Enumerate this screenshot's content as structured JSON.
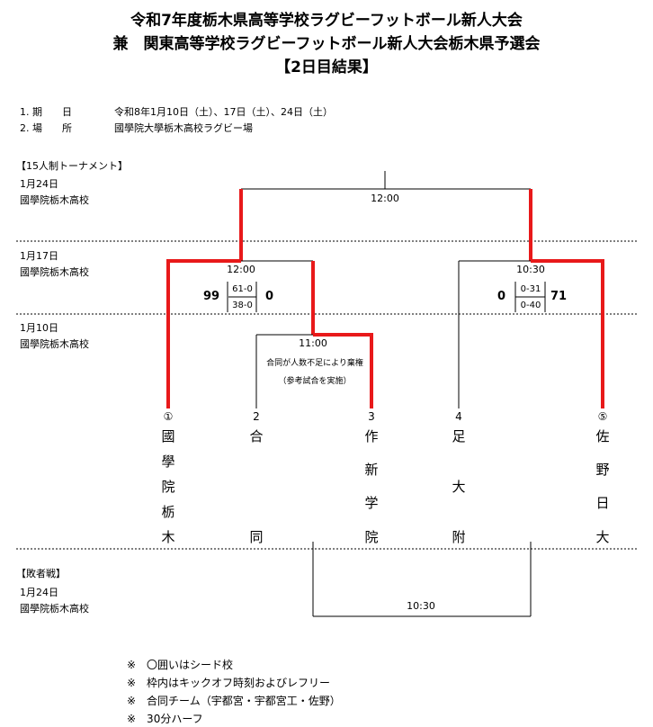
{
  "header": {
    "title_line1": "令和7年度栃木県高等学校ラグビーフットボール新人大会",
    "title_line2": "兼　関東高等学校ラグビーフットボール新人大会栃木県予選会",
    "title_line3": "【2日目結果】"
  },
  "info": {
    "item1_label": "1. 期　　日",
    "item1_value": "令和8年1月10日（土）、17日（土）、24日（土）",
    "item2_label": "2. 場　　所",
    "item2_value": "國學院大學栃木高校ラグビー場"
  },
  "tournament": {
    "section_label": "【15人制トーナメント】",
    "day3_date": "1月24日",
    "day3_venue": "國學院栃木高校",
    "day2_date": "1月17日",
    "day2_venue": "國學院栃木高校",
    "day1_date": "1月10日",
    "day1_venue": "國學院栃木高校",
    "final_time": "12:00",
    "semi_left": {
      "time": "12:00",
      "score_left": "99",
      "score_right": "0",
      "half1": "61-0",
      "half2": "38-0"
    },
    "semi_right": {
      "time": "10:30",
      "score_left": "0",
      "score_right": "71",
      "half1": "0-31",
      "half2": "0-40"
    },
    "first_round": {
      "time": "11:00",
      "note_line1": "合同が人数不足により棄権",
      "note_line2": "（参考試合を実施）"
    },
    "teams": [
      {
        "seed": "①",
        "chars": [
          "國",
          "學",
          "院",
          "栃",
          "木"
        ]
      },
      {
        "seed": "2",
        "chars": [
          "合",
          "同"
        ]
      },
      {
        "seed": "3",
        "chars": [
          "作",
          "新",
          "学",
          "院"
        ]
      },
      {
        "seed": "4",
        "chars": [
          "足",
          "大",
          "附"
        ]
      },
      {
        "seed": "⑤",
        "chars": [
          "佐",
          "野",
          "日",
          "大"
        ]
      }
    ]
  },
  "consolation": {
    "section_label": "【敗者戦】",
    "date": "1月24日",
    "venue": "國學院栃木高校",
    "time": "10:30"
  },
  "notes": [
    "※　〇囲いはシード校",
    "※　枠内はキックオフ時刻およびレフリー",
    "※　合同チーム（宇都宮・宇都宮工・佐野）",
    "※　30分ハーフ"
  ],
  "colors": {
    "winner_line": "#e8191a",
    "line": "#000000"
  }
}
